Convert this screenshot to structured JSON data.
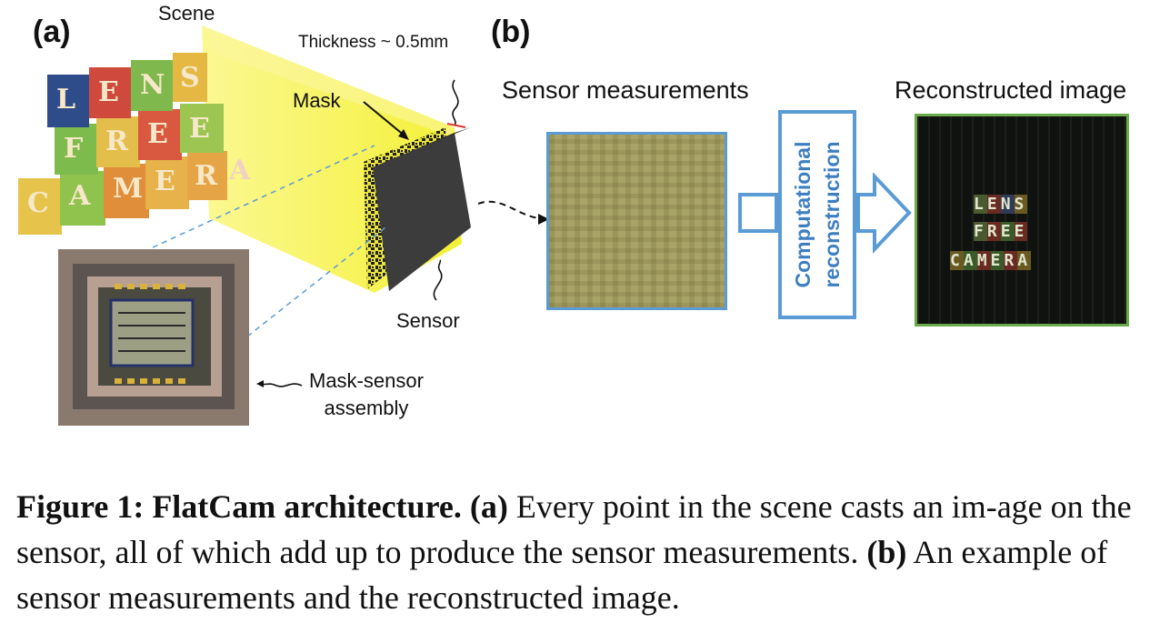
{
  "figure": {
    "panel_a_label": "(a)",
    "panel_b_label": "(b)",
    "panel_a": {
      "scene_label": "Scene",
      "thickness_label": "Thickness ~ 0.5mm",
      "mask_label": "Mask",
      "sensor_label": "Sensor",
      "assembly_label_line1": "Mask-sensor",
      "assembly_label_line2": "assembly",
      "blocks_row1": [
        "L",
        "E",
        "N",
        "S"
      ],
      "blocks_row2": [
        "F",
        "R",
        "E",
        "E"
      ],
      "blocks_row3": [
        "C",
        "A",
        "M",
        "E",
        "R",
        "A"
      ]
    },
    "panel_b": {
      "sensor_measurements_label": "Sensor measurements",
      "reconstructed_label": "Reconstructed image",
      "process_line1": "Computational",
      "process_line2": "reconstruction",
      "recon_row1": [
        "L",
        "E",
        "N",
        "S"
      ],
      "recon_row2": [
        "F",
        "R",
        "E",
        "E"
      ],
      "recon_row3": [
        "C",
        "A",
        "M",
        "E",
        "R",
        "A"
      ]
    },
    "colors": {
      "accent_blue": "#5b9bd5",
      "recon_border": "#6aaa4a",
      "yellow": "#f7f23a"
    }
  },
  "caption": {
    "figure_number": "Figure 1:",
    "title": "FlatCam architecture.",
    "part_a_label": "(a)",
    "part_a_text": " Every point in the scene casts an im-age on the sensor, all of which add up to produce the sensor measurements. ",
    "part_b_label": "(b)",
    "part_b_text": " An example of sensor measurements and the reconstructed image."
  }
}
